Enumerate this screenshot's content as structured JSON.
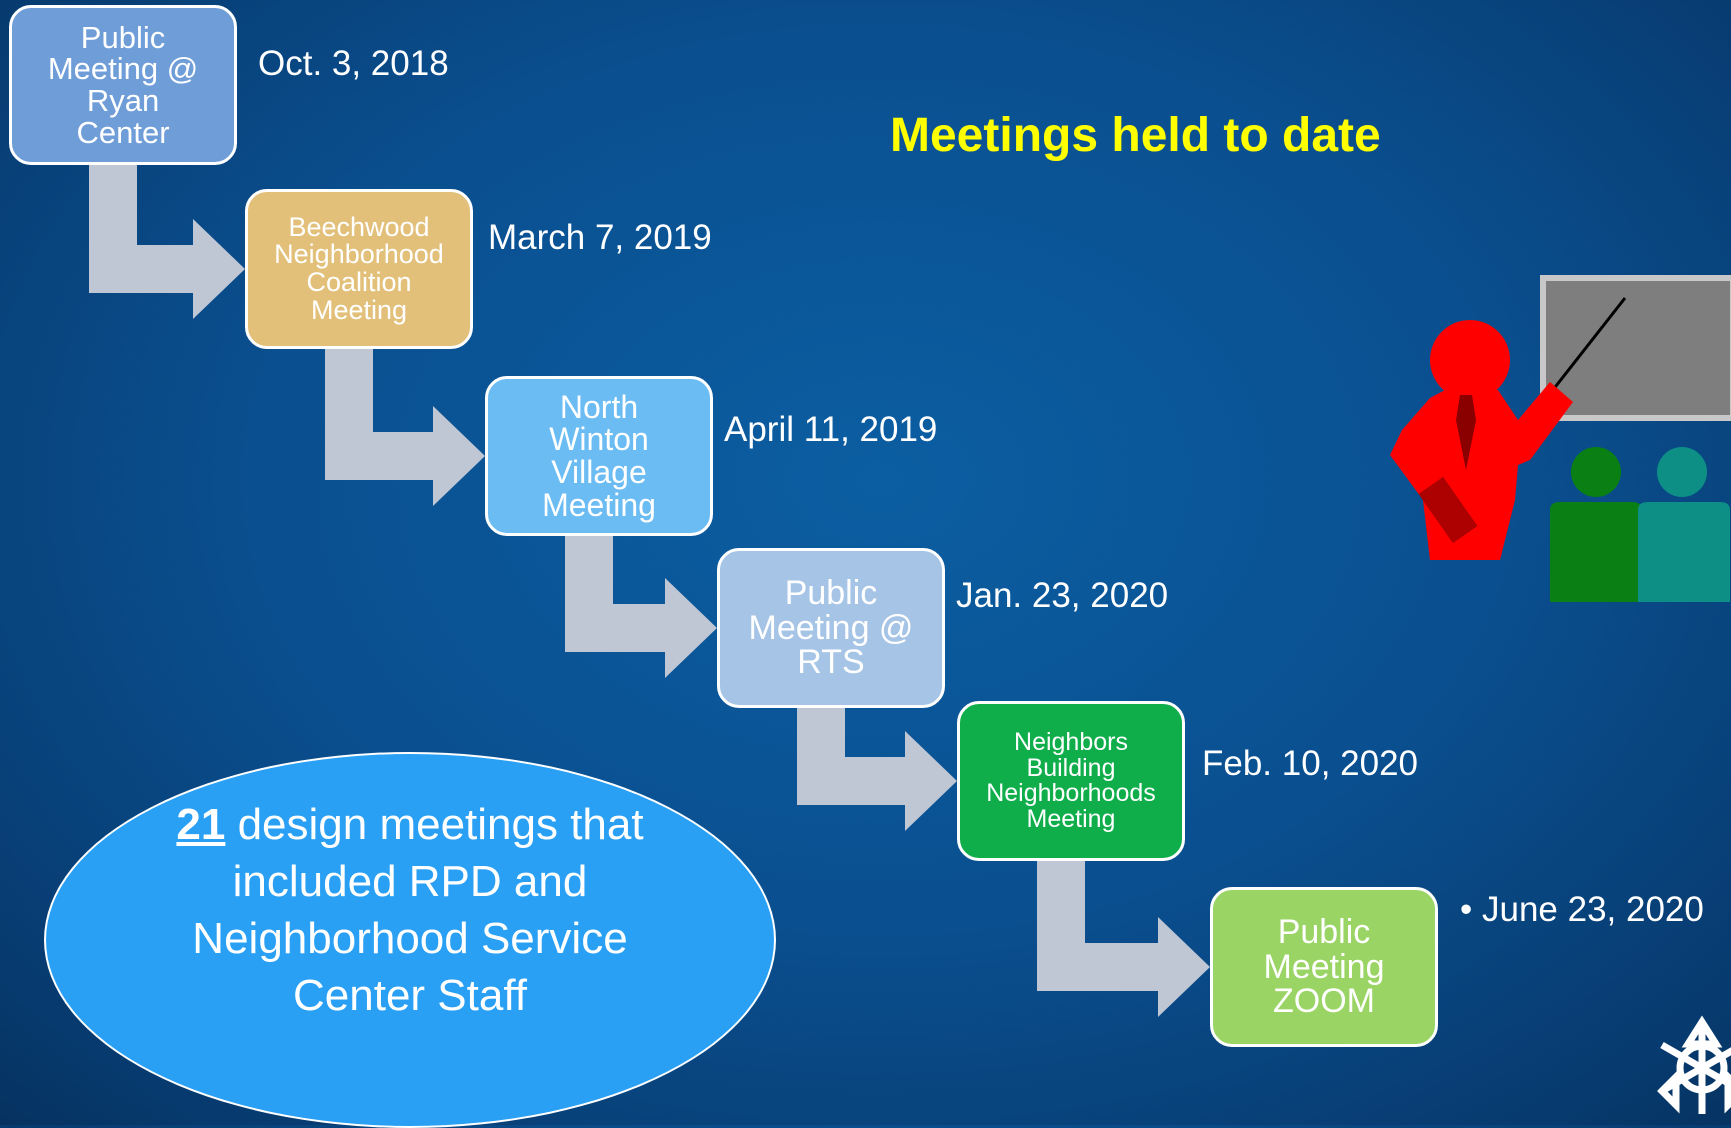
{
  "headline": "Meetings held to date",
  "meetings": [
    {
      "lines": [
        "Public",
        "Meeting @",
        "Ryan",
        "Center"
      ],
      "date": "Oct. 3, 2018",
      "fill": "#6f9dd8"
    },
    {
      "lines": [
        "Beechwood",
        "Neighborhood",
        "Coalition",
        "Meeting"
      ],
      "date": "March 7, 2019",
      "fill": "#e2c07a"
    },
    {
      "lines": [
        "North",
        "Winton",
        "Village",
        "Meeting"
      ],
      "date": "April 11, 2019",
      "fill": "#6cbcf4"
    },
    {
      "lines": [
        "Public",
        "Meeting @",
        "RTS"
      ],
      "date": "Jan. 23, 2020",
      "fill": "#a6c4e6"
    },
    {
      "lines": [
        "Neighbors",
        "Building",
        "Neighborhoods",
        "Meeting"
      ],
      "date": "Feb. 10, 2020",
      "fill": "#0fae4b"
    },
    {
      "lines": [
        "Public",
        "Meeting",
        "ZOOM"
      ],
      "date": "• June 23, 2020",
      "fill": "#9ad464"
    }
  ],
  "summary": {
    "count": "21",
    "text": " design meetings that included RPD and Neighborhood Service Center Staff"
  },
  "colors": {
    "arrow": "#bfc6d4",
    "headline": "#ffff00",
    "presenter": "#ff0000",
    "audience_left": "#0a7f14",
    "audience_right": "#0e8f86",
    "summary_fill": "#2aa0f5"
  },
  "icons": [
    "presenter-clipart-icon",
    "city-logo-icon"
  ]
}
